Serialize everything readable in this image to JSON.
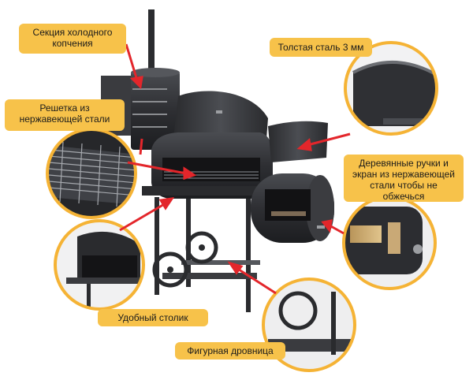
{
  "labels": {
    "cold_smoke_section": "Секция холодного\nкопчения",
    "thick_steel": "Толстая сталь 3 мм",
    "stainless_grate": "Решетка из\nнержавеющей стали",
    "wooden_handles": "Деревянные ручки и\nэкран из нержавеющей\nстали чтобы не\nобжечься",
    "convenient_table": "Удобный столик",
    "figured_woodbox": "Фигурная дровница"
  },
  "colors": {
    "label_bg": "#f7c24a",
    "callout_ring": "#f5b335",
    "arrow": "#e3262b",
    "metal_dark": "#2a2b2e",
    "metal_mid": "#3c3d41",
    "metal_light": "#55575c"
  }
}
